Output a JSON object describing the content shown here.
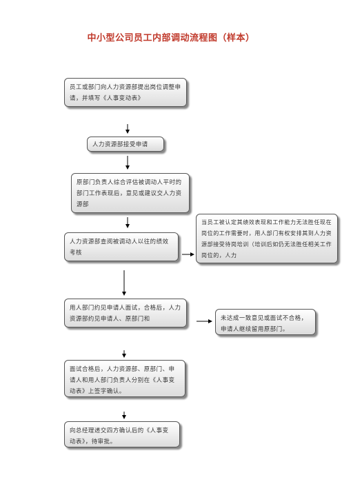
{
  "title": "中小型公司员工内部调动流程图（样本）",
  "steps": [
    {
      "text": "员工或部门向人力资源部提出岗位调整申请，并填写《人事变动表》"
    },
    {
      "text": "人力资源部接受申请"
    },
    {
      "text": "原部门负责人综合评估被调动人平时的部门工作表现后，意见或建议交人力资源部"
    },
    {
      "text": "人力资源部查阅被调动人以往的绩效考核"
    },
    {
      "text": "用人部门约见申请人面试，合格后，人力资源部约见申请人、原部门和"
    },
    {
      "text": "面试合格后，人力资源部、原部门、申请人和用人部门负责人分别在《人事变动表》上签字确认。"
    },
    {
      "text": "向总经理递交四方确认后的《人事变动表》，待审批。"
    }
  ],
  "side_notes": [
    {
      "text": "当员工被认定其绩效表现和工作能力无法胜任现在岗位的工作需要时，用人部门有权安排其到人力资源部接受待岗培训（培训后如仍无法胜任相关工作岗位的，人力"
    },
    {
      "text": "未达成一致意见或面试不合格，申请人继续留用原部门。"
    }
  ]
}
